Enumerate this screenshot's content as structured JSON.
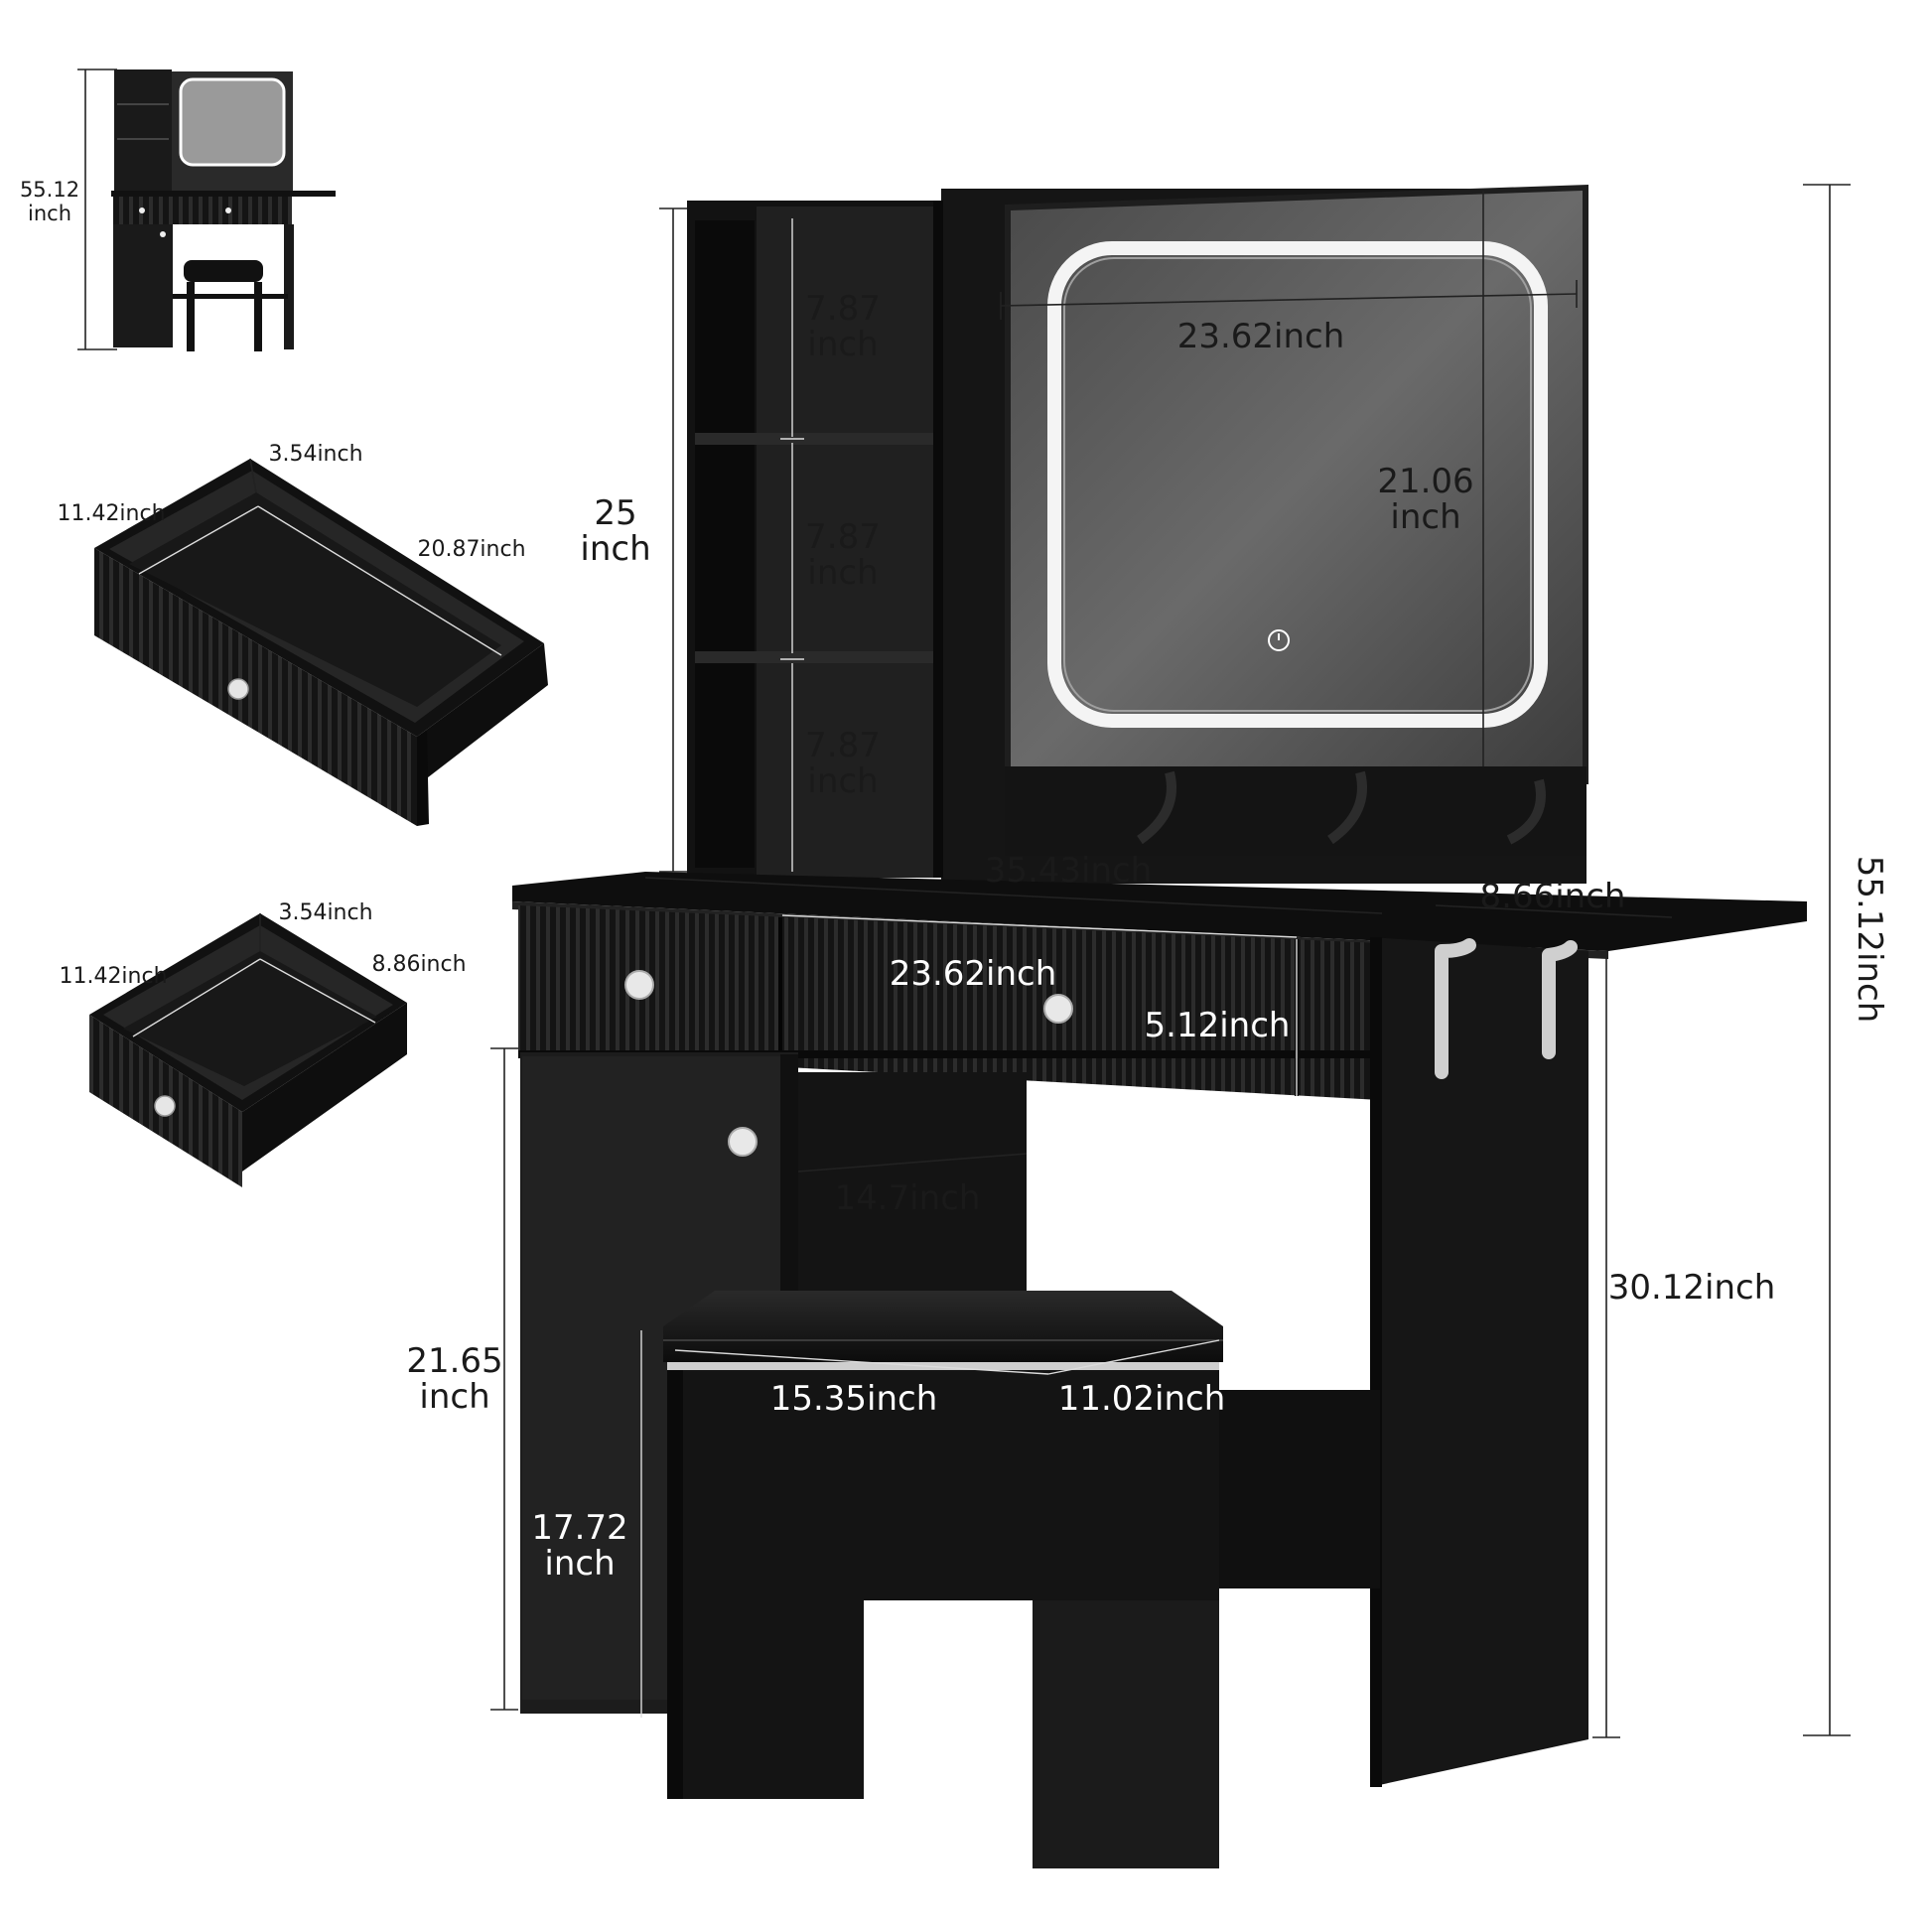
{
  "thumbnail": {
    "height": "55.12",
    "unit": "inch"
  },
  "drawer_large": {
    "depth": "3.54inch",
    "width": "11.42inch",
    "length": "20.87inch"
  },
  "drawer_small": {
    "depth": "3.54inch",
    "width": "11.42inch",
    "length": "8.86inch"
  },
  "main": {
    "shelf_1": {
      "value": "7.87",
      "unit": "inch"
    },
    "shelf_2": {
      "value": "7.87",
      "unit": "inch"
    },
    "shelf_3": {
      "value": "7.87",
      "unit": "inch"
    },
    "shelf_unit_height": {
      "value": "25",
      "unit": "inch"
    },
    "mirror_width": "23.62inch",
    "mirror_height": {
      "value": "21.06",
      "unit": "inch"
    },
    "desk_width": "35.43inch",
    "side_shelf": "8.66inch",
    "drawer_front_width": "23.62inch",
    "drawer_front_height": "5.12inch",
    "knee_space": "14.7inch",
    "cabinet_height": {
      "value": "21.65",
      "unit": "inch"
    },
    "desk_height": "30.12inch",
    "total_height": "55.12inch",
    "stool_width": "15.35inch",
    "stool_depth": "11.02inch",
    "stool_height": {
      "value": "17.72",
      "unit": "inch"
    }
  },
  "colors": {
    "furniture": "#151515",
    "panel": "#1f1f1f",
    "mirror": "#3a3a3a",
    "led": "#f4f4f4",
    "knob": "#e8e8e8"
  }
}
